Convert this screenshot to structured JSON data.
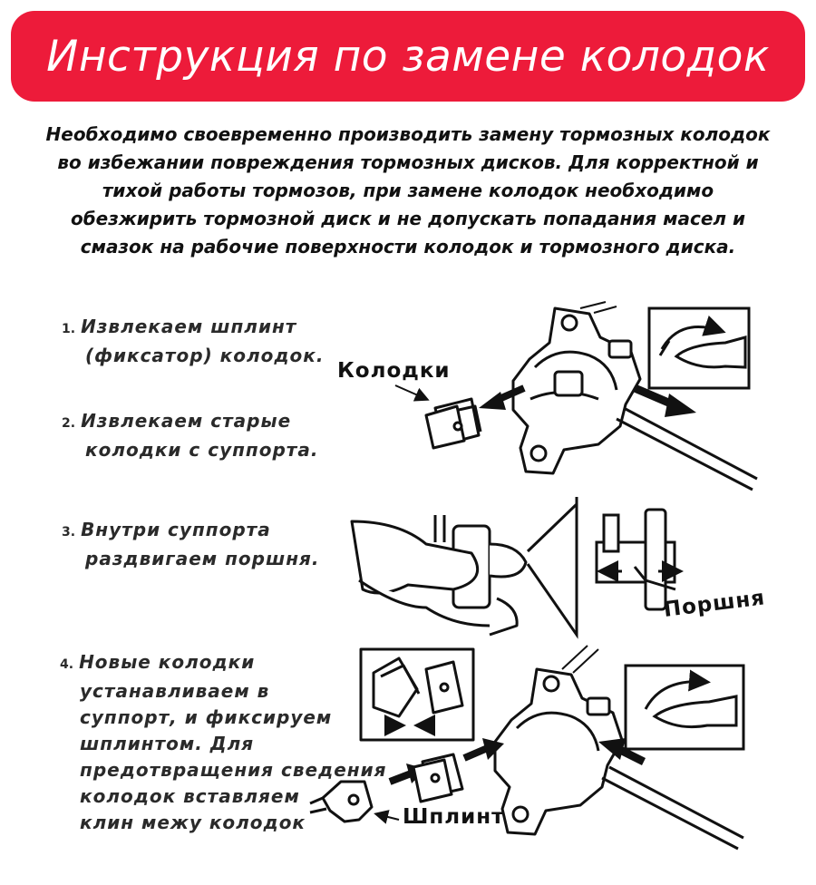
{
  "banner": {
    "title": "Инструкция по замене колодок",
    "color": "#ed1b3a"
  },
  "intro": {
    "lines": [
      "Необходимо своевременно производить замену тормозных колодок",
      "во избежании повреждения тормозных дисков. Для корректной и",
      "тихой работы тормозов, при замене колодок необходимо",
      "обезжирить тормозной диск и не допускать попадания масел и",
      "смазок на рабочие поверхности колодок и тормозного диска."
    ]
  },
  "steps": [
    {
      "number": "1.",
      "lines": [
        "Извлекаем шплинт",
        "(фиксатор) колодок."
      ]
    },
    {
      "number": "2.",
      "lines": [
        "Извлекаем старые",
        "колодки с суппорта."
      ]
    },
    {
      "number": "3.",
      "lines": [
        "Внутри суппорта",
        "раздвигаем поршня."
      ]
    },
    {
      "number": "4.",
      "lines": [
        "Новые колодки",
        "устанавливаем в",
        "суппорт, и фиксируем",
        "шплинтом. Для",
        "предотвращения сведения",
        "колодок вставляем",
        "клин межу колодок"
      ]
    }
  ],
  "labels": {
    "pads": "Колодки",
    "pistons": "Поршня",
    "cotter_pin": "Шплинт"
  },
  "icons": {
    "illustrations": [
      "caliper-illustration",
      "tweezers-icon",
      "hands-illustration",
      "piston-detail-illustration",
      "brake-pad-icon",
      "arrow-icon"
    ]
  }
}
